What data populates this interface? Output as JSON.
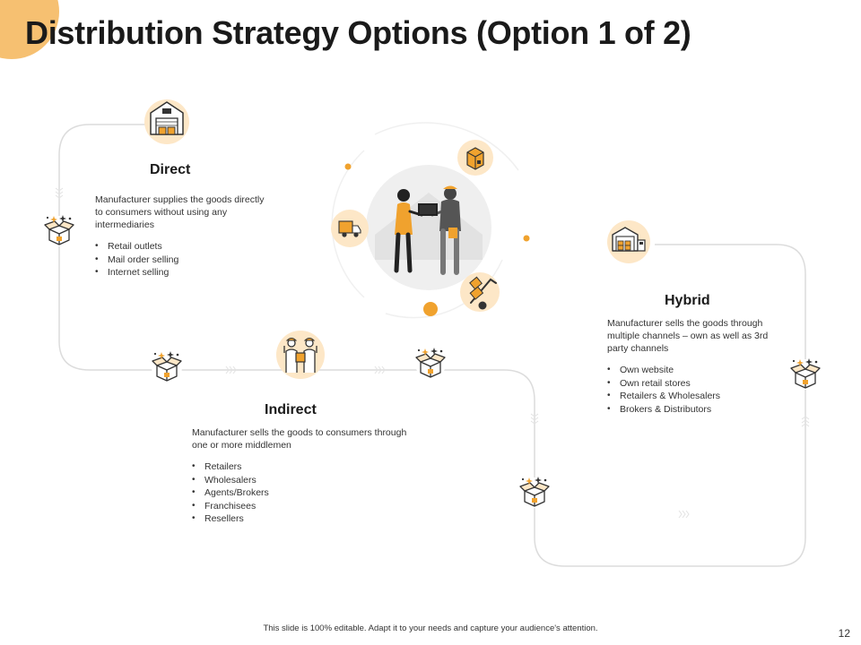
{
  "title": "Distribution Strategy Options (Option 1 of 2)",
  "colors": {
    "accent": "#f0a22e",
    "accent_light": "#fde7c7",
    "line": "#dcdcdc",
    "dark": "#333333"
  },
  "sections": {
    "direct": {
      "heading": "Direct",
      "description": "Manufacturer supplies the goods directly to consumers without using any intermediaries",
      "bullets": [
        "Retail outlets",
        "Mail order selling",
        "Internet selling"
      ],
      "icon": "warehouse-icon"
    },
    "indirect": {
      "heading": "Indirect",
      "description": "Manufacturer sells the goods to consumers through one or more middlemen",
      "bullets": [
        "Retailers",
        "Wholesalers",
        "Agents/Brokers",
        "Franchisees",
        "Resellers"
      ],
      "icon": "workers-icon"
    },
    "hybrid": {
      "heading": "Hybrid",
      "description": "Manufacturer sells the goods through multiple channels – own as well as 3rd party channels",
      "bullets": [
        "Own website",
        "Own retail stores",
        "Retailers & Wholesalers",
        "Brokers & Distributors"
      ],
      "icon": "factory-icon"
    }
  },
  "connector_icon": "open-box-icon",
  "center_illustration": [
    "handshake-delivery-icon",
    "parcel-icon",
    "delivery-truck-icon",
    "hand-truck-icon"
  ],
  "footer": "This slide is 100% editable. Adapt it to your needs and capture your audience's attention.",
  "page_number": "12"
}
